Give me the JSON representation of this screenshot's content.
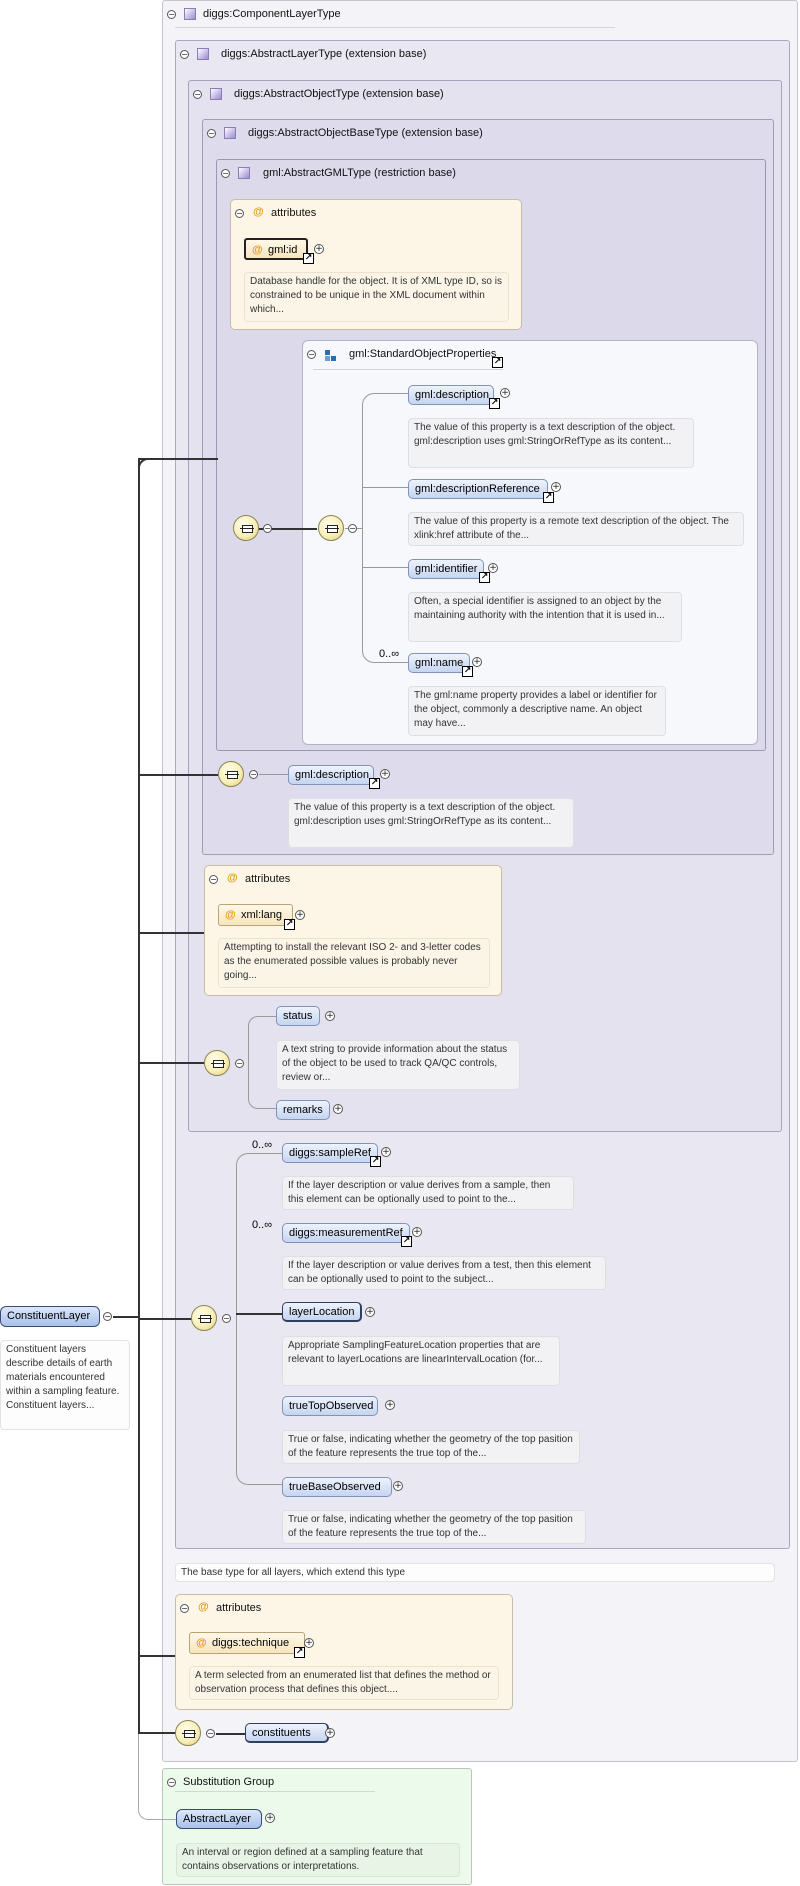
{
  "root": {
    "title": "diggs:ComponentLayerType",
    "extension_doc": "The base type for all layers, which extend this type"
  },
  "abstract_layer": {
    "title": "diggs:AbstractLayerType (extension base)"
  },
  "abstract_object": {
    "title": "diggs:AbstractObjectType (extension base)"
  },
  "abstract_object_base": {
    "title": "diggs:AbstractObjectBaseType (extension base)"
  },
  "abstract_gml": {
    "title": "gml:AbstractGMLType (restriction base)",
    "attributes": {
      "label": "attributes",
      "id_name": "gml:id",
      "id_doc": "Database handle for the object. It is of XML type ID, so is constrained to be unique in the XML document within which..."
    },
    "standard_props": {
      "title": "gml:StandardObjectProperties",
      "items": [
        {
          "name": "gml:description",
          "doc": "The value of this property is a text description of the object. gml:description uses gml:StringOrRefType as its content...",
          "card": ""
        },
        {
          "name": "gml:descriptionReference",
          "doc": "The value of this property is a remote text description of the object. The xlink:href attribute of the...",
          "card": ""
        },
        {
          "name": "gml:identifier",
          "doc": "Often, a special identifier is assigned to an object by the maintaining authority with the intention that it is used in...",
          "card": ""
        },
        {
          "name": "gml:name",
          "doc": "The gml:name property provides a label or identifier for the object, commonly a descriptive name. An object may have...",
          "card": "0..∞"
        }
      ]
    }
  },
  "object_base_extra": {
    "name": "gml:description",
    "doc": "The value of this property is a text description of the object. gml:description uses gml:StringOrRefType as its content..."
  },
  "object_attrs": {
    "label": "attributes",
    "name": "xml:lang",
    "doc": "Attempting to install the relevant ISO 2- and 3-letter codes as the enumerated possible values is probably never going..."
  },
  "object_seq": {
    "status_name": "status",
    "status_doc": "A text string to provide information about the status of the object to be used to track QA/QC controls, review or...",
    "remarks_name": "remarks"
  },
  "layer_seq": {
    "items": [
      {
        "name": "diggs:sampleRef",
        "card": "0..∞",
        "doc": "If the layer description or value derives from a sample, then this element can be optionally used to point to the..."
      },
      {
        "name": "diggs:measurementRef",
        "card": "0..∞",
        "doc": "If the layer description or value derives from a test, then this element can be optionally used to point to the subject..."
      },
      {
        "name": "layerLocation",
        "card": "",
        "doc": "Appropriate SamplingFeatureLocation properties that are relevant to layerLocations are linearIntervalLocation (for..."
      },
      {
        "name": "trueTopObserved",
        "card": "",
        "doc": "True or false, indicating whether the geometry of the top pasition of the feature represents the true top of the..."
      },
      {
        "name": "trueBaseObserved",
        "card": "",
        "doc": "True or false, indicating whether the geometry of the top pasition of the feature represents the true top of the..."
      }
    ]
  },
  "component_attrs": {
    "label": "attributes",
    "name": "diggs:technique",
    "doc": "A term selected from an enumerated list that defines the method or observation process that defines this object...."
  },
  "constituents": {
    "name": "constituents"
  },
  "constituent_layer": {
    "name": "ConstituentLayer",
    "doc": "Constituent layers describe details of earth materials encountered within a sampling feature. Constituent layers..."
  },
  "substitution": {
    "title": "Substitution Group",
    "name": "AbstractLayer",
    "doc": "An interval or region defined at a sampling feature that contains observations or interpretations."
  },
  "colors": {
    "element_fill": "#c5d5f0",
    "attribute_fill": "#fdf6e7",
    "substitution_fill": "#ebfaea",
    "attribute_symbol": "#e59a16"
  }
}
